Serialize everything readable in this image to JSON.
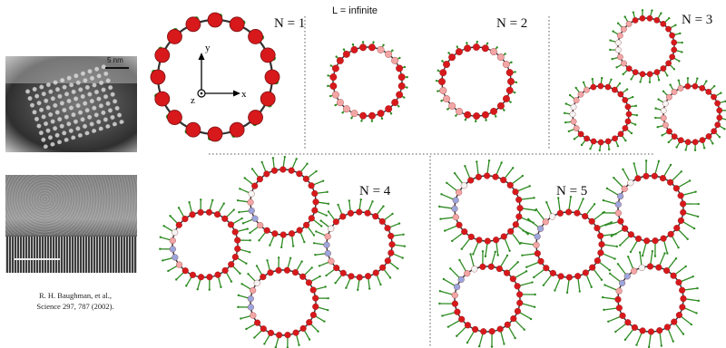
{
  "title": "L = infinite",
  "micrograph_tem": {
    "scale_label": "5 nm"
  },
  "citation": {
    "line1": "R. H. Baughman, et al.,",
    "line2": "Science 297, 787 (2002)."
  },
  "axes": {
    "y": "y",
    "x": "x",
    "z": "z"
  },
  "panels": [
    {
      "label": "N = 1",
      "rings": 1
    },
    {
      "label": "N = 2",
      "rings": 2
    },
    {
      "label": "N = 3",
      "rings": 3
    },
    {
      "label": "N = 4",
      "rings": 4
    },
    {
      "label": "N = 5",
      "rings": 5
    }
  ],
  "colors": {
    "red": "#d7191c",
    "pink": "#f2a6a6",
    "white": "#f4f4f4",
    "blue": "#9aa6dc",
    "arrow": "#2e8b22",
    "ring": "#333333"
  }
}
